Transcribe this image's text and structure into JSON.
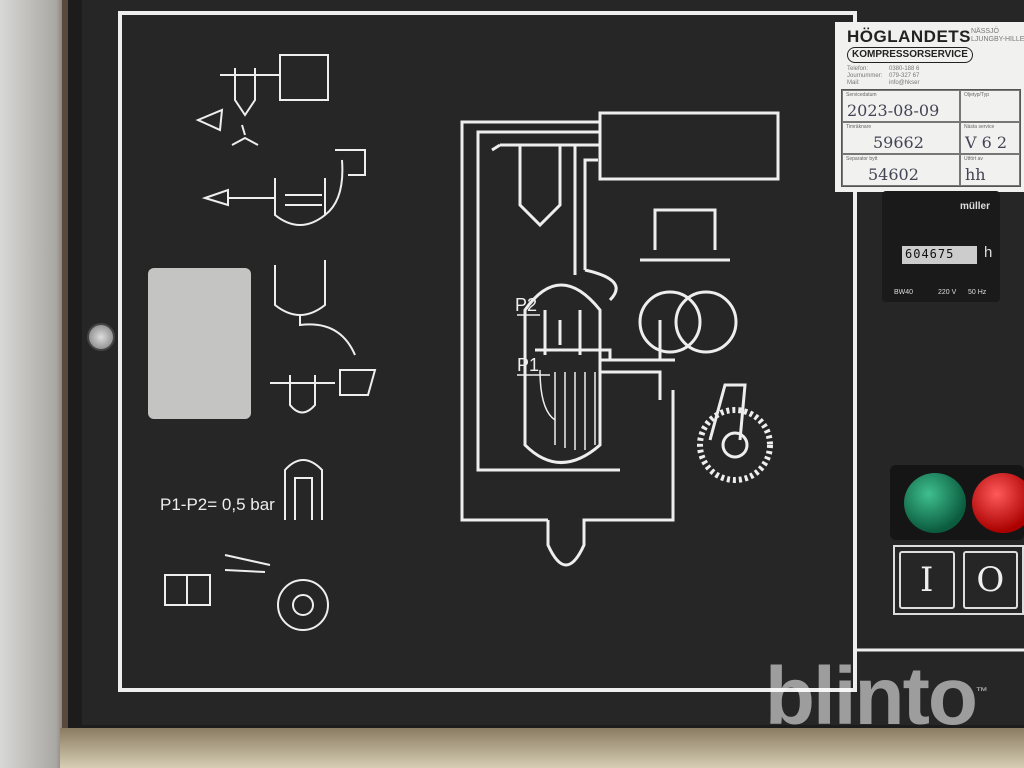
{
  "panel": {
    "p2_label": "P2",
    "p1_label": "P1",
    "pressure_note": "P1-P2= 0,5 bar"
  },
  "sticker": {
    "brand": "HÖGLANDETS",
    "brand_sub": "KOMPRESSORSERVICE",
    "cities": [
      "NÄSSJÖ",
      "LJUNGBY-HILLERST"
    ],
    "contact_labels": [
      "Telefon:",
      "Journummer:",
      "Mail:"
    ],
    "contact_values": [
      "0380-188 6",
      "079-327 67",
      "info@hkser"
    ],
    "fields": [
      {
        "label": "Servicedatum",
        "value": "2023-08-09"
      },
      {
        "label": "Oljetyp/Typ",
        "value": ""
      },
      {
        "label": "Timräknare",
        "value": "59662"
      },
      {
        "label": "Nästa service",
        "value": "V 6 2"
      },
      {
        "label": "Separator bytt",
        "value": "54602"
      },
      {
        "label": "Utfört av",
        "value": "hh"
      }
    ]
  },
  "hour_counter": {
    "brand": "müller",
    "reading": "604675",
    "unit": "h",
    "model": "BW40",
    "voltage": "220 V",
    "frequency": "50 Hz"
  },
  "buttons": {
    "on_label": "I",
    "off_label": "O"
  },
  "colors": {
    "on_lamp": "#0b7a52",
    "off_lamp": "#d00000"
  },
  "watermark": "blinto",
  "watermark_tm": "™"
}
